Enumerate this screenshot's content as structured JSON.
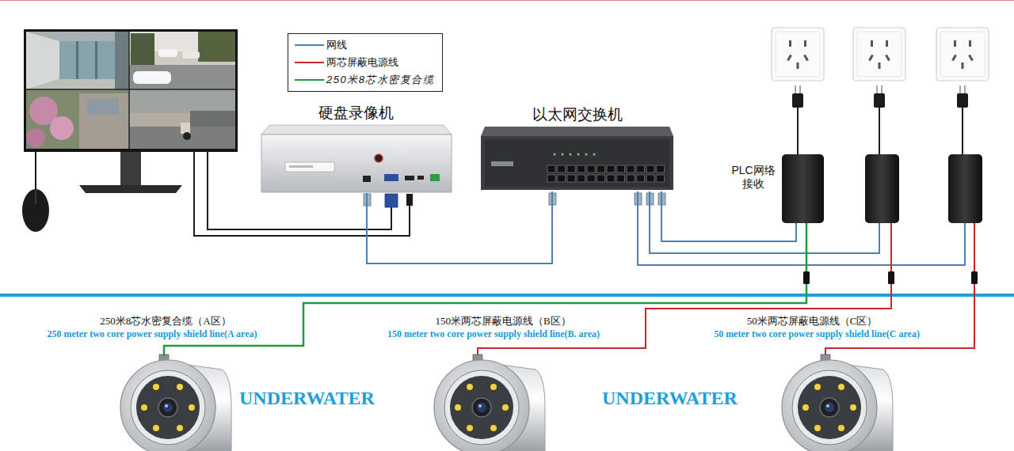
{
  "diagram": {
    "nodes": [
      {
        "text": [
          "硬盘录像机"
        ]
      },
      {
        "text": [
          "以太网交换机"
        ]
      },
      {
        "text": [
          "PLC网络 接收"
        ]
      },
      {
        "text": [
          "250米8芯水密复合缆（A区）",
          "250 meter two core power supply shield line(A area)"
        ]
      },
      {
        "text": [
          "150米两芯屏蔽电源线（B区）",
          "150 meter two core power supply shield line(B. area)"
        ]
      },
      {
        "text": [
          "50米两芯屏蔽电源线（C区）",
          "50 meter two core power supply shield line(C area)"
        ]
      }
    ],
    "edges": [
      {
        "from": 0,
        "to": 1,
        "arrow": "none"
      },
      {
        "from": 1,
        "to": 2,
        "arrow": "none"
      },
      {
        "from": 2,
        "to": 3,
        "arrow": "none"
      }
    ],
    "labels": [
      "UNDERWATER",
      "UNDERWATER"
    ],
    "legend": [
      {
        "text": "网线"
      },
      {
        "text": "两芯屏蔽电源线"
      },
      {
        "text": "250米8芯水密复合缆"
      }
    ]
  }
}
